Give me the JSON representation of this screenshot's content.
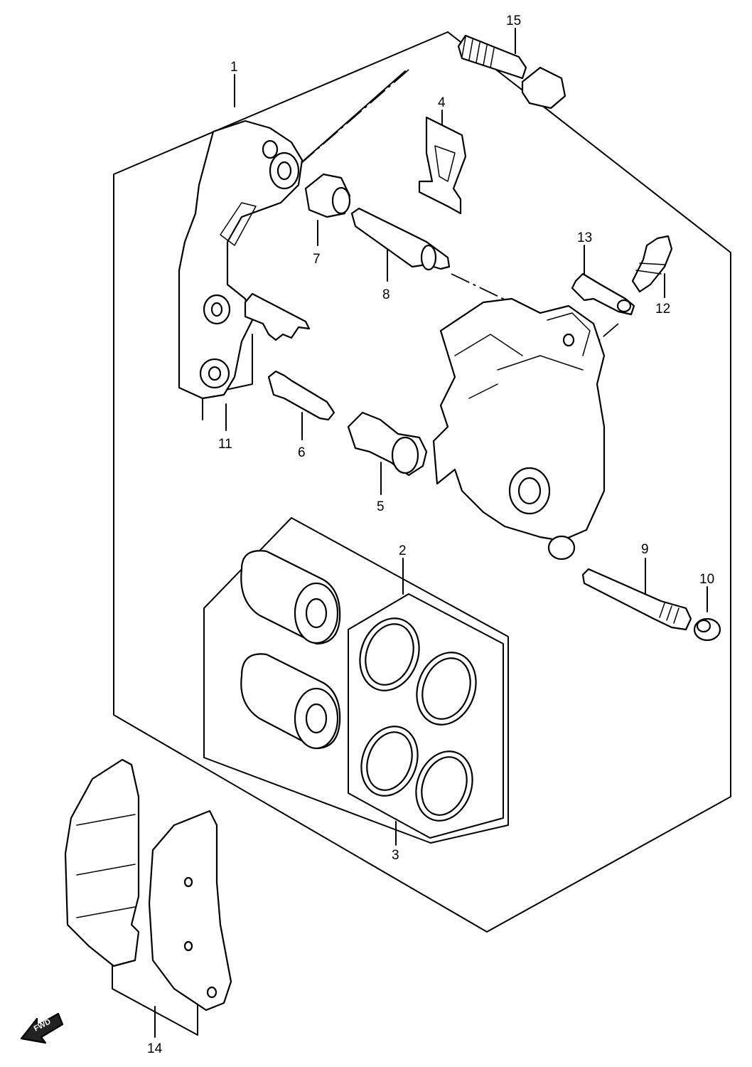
{
  "diagram": {
    "labels": {
      "p1": "1",
      "p2": "2",
      "p3": "3",
      "p4": "4",
      "p5": "5",
      "p6": "6",
      "p7": "7",
      "p8": "8",
      "p9": "9",
      "p10": "10",
      "p11": "11",
      "p12": "12",
      "p13": "13",
      "p14": "14",
      "p15": "15"
    },
    "fwd_indicator": "FWD"
  }
}
